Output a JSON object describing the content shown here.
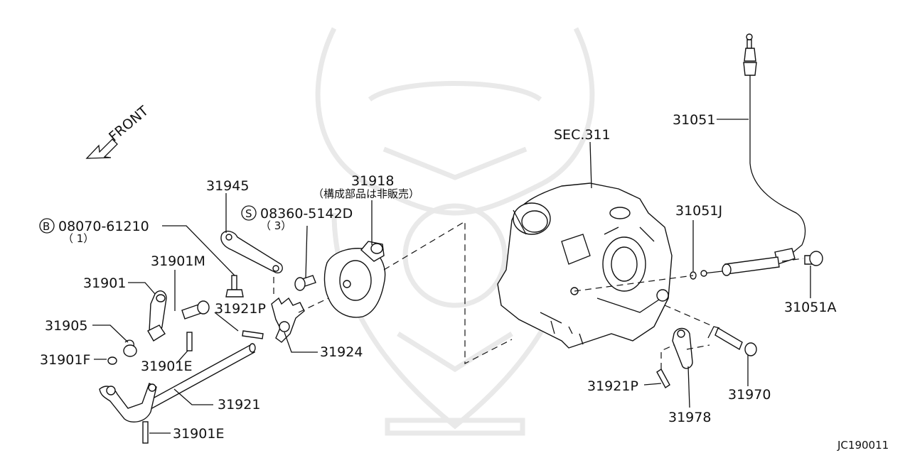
{
  "front_label": "FRONT",
  "diagram_code": "JC190011",
  "sections": {
    "sec311": "SEC.311"
  },
  "callouts": {
    "p31945": "31945",
    "p31918": "31918",
    "p31918_note": "（構成部品は非販売）",
    "bolt_b": "08070-61210",
    "bolt_b_qty": "（ 1）",
    "bolt_b_prefix": "B",
    "screw_s": "08360-5142D",
    "screw_s_qty": "（ 3）",
    "screw_s_prefix": "S",
    "p31901M": "31901M",
    "p31901": "31901",
    "p31921P_left": "31921P",
    "p31905": "31905",
    "p31901F": "31901F",
    "p31901E_upper": "31901E",
    "p31924": "31924",
    "p31921": "31921",
    "p31901E_lower": "31901E",
    "p31051": "31051",
    "p31051J": "31051J",
    "p31051A": "31051A",
    "p31921P_right": "31921P",
    "p31978": "31978",
    "p31970": "31970"
  },
  "colors": {
    "line": "#111111",
    "watermark": "#e9e9e9",
    "background": "#ffffff"
  }
}
